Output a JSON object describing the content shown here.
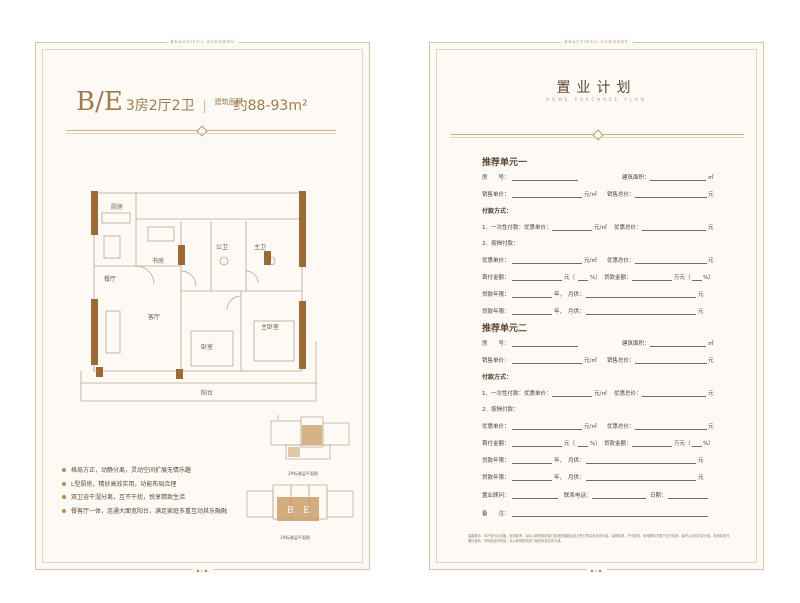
{
  "left": {
    "brand": "BEAUTIFUL SCENERY",
    "type": "B/E",
    "rooms": "3房2厅2卫",
    "separator": "|",
    "area_label": "建筑面积",
    "area_value": "约88-93m²",
    "rooms_labels": {
      "kitchen": "厨房",
      "dining": "餐厅",
      "study": "书房",
      "public_bath": "公卫",
      "master_bath": "主卫",
      "living": "客厅",
      "bedroom": "卧室",
      "master_bedroom": "主卧室",
      "balcony": "阳台"
    },
    "features": [
      "格局方正，动静分离，灵动空间扩展无情乐趣",
      "L型厨房，精妙高效实用，功能布局合理",
      "双卫浴干湿分离，互不干扰，悦享精致生活",
      "餐客厅一体，连通大面宽阳台，满足家庭多重互动其乐融融"
    ],
    "keyplan_top_caption": "2#标准层平面图",
    "keyplan_bottom_caption": "1#标准层平面图",
    "keyplan_marks": [
      "B",
      "E"
    ]
  },
  "right": {
    "brand": "BEAUTIFUL SCENERY",
    "title": "置业计划",
    "subtitle": "HOME PURCHASE PLAN",
    "unit_sections": [
      {
        "title": "推荐单元一"
      },
      {
        "title": "推荐单元二"
      }
    ],
    "labels": {
      "room_no": "房　　号：",
      "area": "建筑面积：",
      "area_unit": "㎡",
      "unit_price": "销售单价：",
      "price_unit": "元/㎡",
      "total_price": "销售总价：",
      "yuan": "元",
      "payment": "付款方式：",
      "opt1": "1、一次性付款：优惠单价：",
      "opt1_total": "优惠总价：",
      "opt2": "2、按揭付款：",
      "disc_price": "优惠单价：",
      "disc_total": "优惠总价：",
      "down": "首付金额：",
      "yuan_open": "元（",
      "pct_close": "%）",
      "loan": "贷款金额：",
      "wan_open": "万元（",
      "years": "贷款年限：",
      "year": "年，",
      "monthly": "月供：",
      "consultant": "置业顾问：",
      "phone": "联系电话：",
      "date": "日期：",
      "note": "备　　注："
    },
    "footnote": "温馨提示：本户型为示意图，仅供参考，实际以政府相关部门批准的图纸及双方签订的买卖合同为准。装修标准、户内家具、家电等均不属于交付标准，最终以合同约定为准。本资料仅作要约邀请，不构成合同内容，请以政府相关部门最终批准文件为准。"
  },
  "colors": {
    "accent": "#a07b4d",
    "wall": "#9b6a35",
    "frame": "#d9c4a6"
  }
}
